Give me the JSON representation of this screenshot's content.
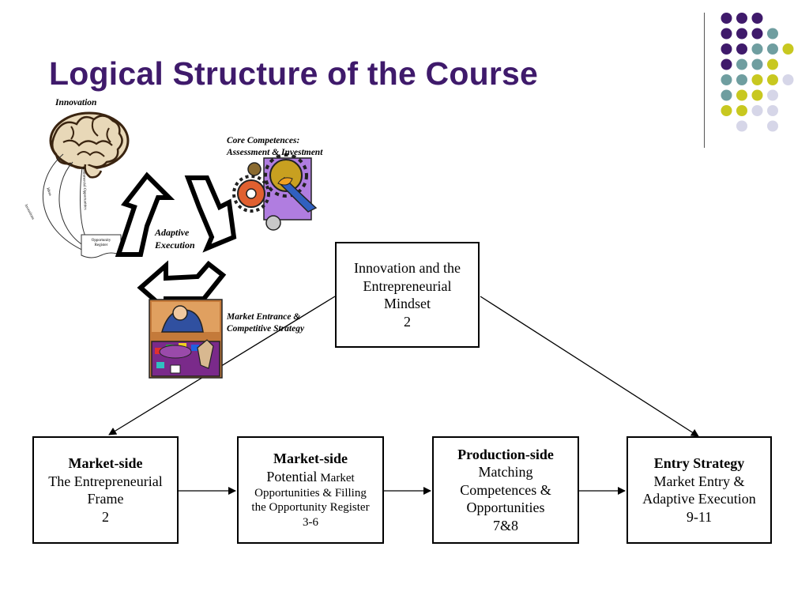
{
  "slide": {
    "title": "Logical Structure of the Course"
  },
  "decor": {
    "dot_colors": {
      "purple": "#3f1a6b",
      "teal": "#6f9ea0",
      "olive": "#c8c820",
      "lavender": "#d6d6e8"
    }
  },
  "graphics": {
    "innovation_label": "Innovation",
    "core_label_line1": "Core Competences:",
    "core_label_line2": "Assessment & Investment",
    "adaptive_label_line1": "Adaptive",
    "adaptive_label_line2": "Execution",
    "market_label_line1": "Market Entrance &",
    "market_label_line2": "Competitive Strategy",
    "opportunity_register_line1": "Opportunity",
    "opportunity_register_line2": "Register",
    "curve_label_1": "Inventions",
    "curve_label_2": "Ideas",
    "curve_label_3": "Commercial Opportunities"
  },
  "diagram": {
    "top_box": {
      "line1": "Innovation and the",
      "line2": "Entrepreneurial",
      "line3": "Mindset",
      "session": "2"
    },
    "box_market1": {
      "heading": "Market-side",
      "line1": "The Entrepreneurial",
      "line2": "Frame",
      "session": "2"
    },
    "box_market2": {
      "heading": "Market-side",
      "line1a": "Potential",
      "line1b": "Market",
      "line2": "Opportunities & Filling",
      "line3": "the Opportunity Register",
      "session": "3-6"
    },
    "box_production": {
      "heading": "Production-side",
      "line1": "Matching",
      "line2": "Competences &",
      "line3": "Opportunities",
      "session": "7&8"
    },
    "box_entry": {
      "heading": "Entry Strategy",
      "line1": "Market Entry &",
      "line2": "Adaptive Execution",
      "session": "9-11"
    }
  }
}
